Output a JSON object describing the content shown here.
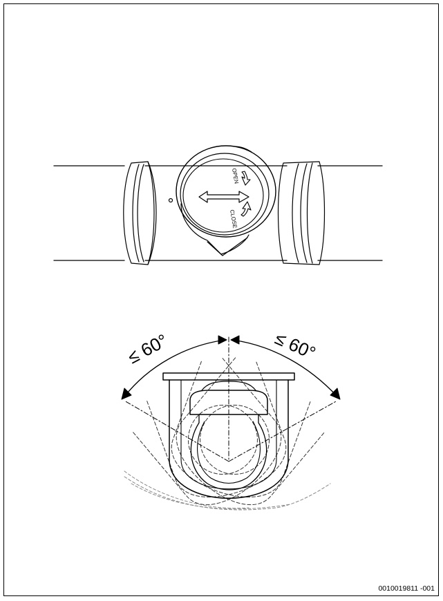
{
  "valve": {
    "open_label": "OPEN",
    "close_label": "CLOSE"
  },
  "angles": {
    "left_label": "≤ 60°",
    "right_label": "≤ 60°"
  },
  "document": {
    "id": "0010019811 -001"
  }
}
